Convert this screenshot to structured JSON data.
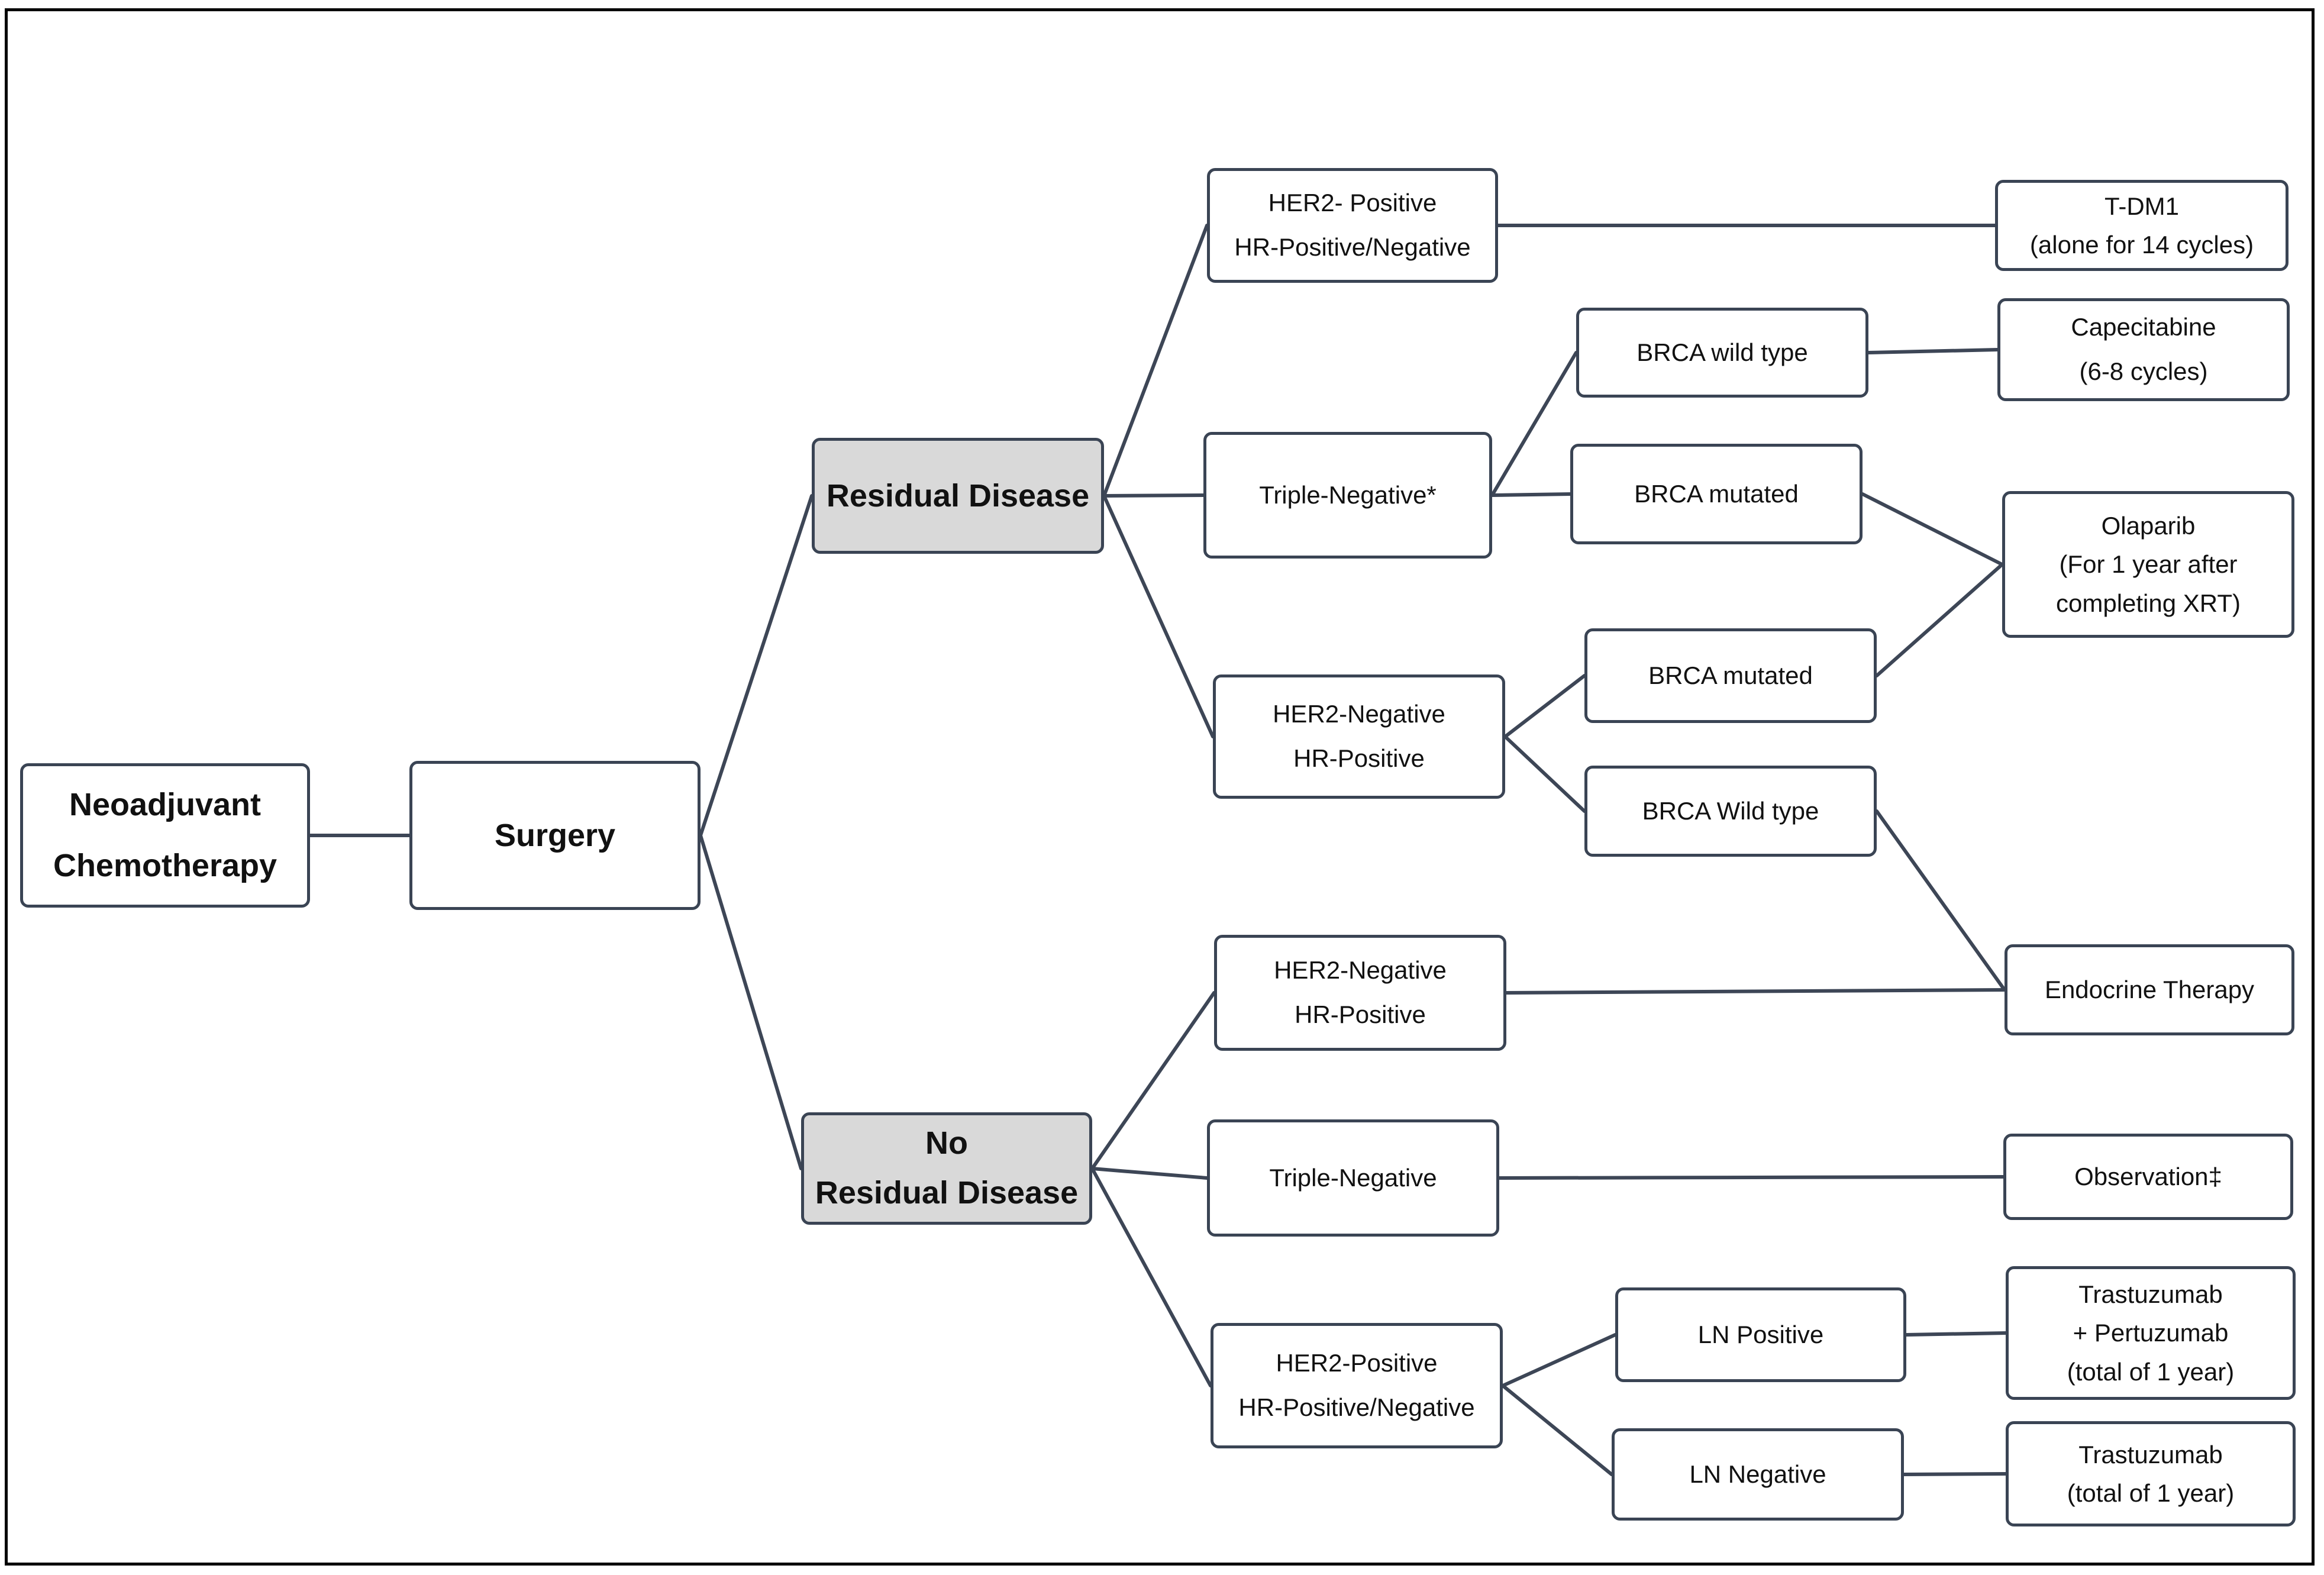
{
  "diagram": {
    "nodes": [
      {
        "id": "neoadjuvant",
        "lines": [
          "Neoadjuvant",
          "Chemotherapy"
        ]
      },
      {
        "id": "surgery",
        "lines": [
          "Surgery"
        ]
      },
      {
        "id": "residual",
        "lines": [
          "Residual Disease"
        ]
      },
      {
        "id": "no-residual",
        "lines": [
          "No",
          "Residual Disease"
        ]
      },
      {
        "id": "rd-her2pos",
        "lines": [
          "HER2- Positive",
          "HR-Positive/Negative"
        ]
      },
      {
        "id": "rd-tn",
        "lines": [
          "Triple-Negative*"
        ]
      },
      {
        "id": "rd-her2neg",
        "lines": [
          "HER2-Negative",
          "HR-Positive"
        ]
      },
      {
        "id": "tn-brca-wt",
        "lines": [
          "BRCA wild type"
        ]
      },
      {
        "id": "tn-brca-mut",
        "lines": [
          "BRCA mutated"
        ]
      },
      {
        "id": "hr-brca-mut",
        "lines": [
          "BRCA mutated"
        ]
      },
      {
        "id": "hr-brca-wt",
        "lines": [
          "BRCA Wild type"
        ]
      },
      {
        "id": "nrd-her2neg",
        "lines": [
          "HER2-Negative",
          "HR-Positive"
        ]
      },
      {
        "id": "nrd-tn",
        "lines": [
          "Triple-Negative"
        ]
      },
      {
        "id": "nrd-her2pos",
        "lines": [
          "HER2-Positive",
          "HR-Positive/Negative"
        ]
      },
      {
        "id": "ln-pos",
        "lines": [
          "LN Positive"
        ]
      },
      {
        "id": "ln-neg",
        "lines": [
          "LN Negative"
        ]
      },
      {
        "id": "tdm1",
        "lines": [
          "T-DM1",
          "(alone for 14 cycles)"
        ]
      },
      {
        "id": "capecitabine",
        "lines": [
          "Capecitabine",
          "(6-8 cycles)"
        ]
      },
      {
        "id": "olaparib",
        "lines": [
          "Olaparib",
          "(For 1 year after",
          "completing XRT)"
        ]
      },
      {
        "id": "endocrine",
        "lines": [
          "Endocrine Therapy"
        ]
      },
      {
        "id": "observation",
        "lines": [
          "Observation‡"
        ]
      },
      {
        "id": "trastu-pertu",
        "lines": [
          "Trastuzumab",
          "+ Pertuzumab",
          "(total of 1 year)"
        ]
      },
      {
        "id": "trastu",
        "lines": [
          "Trastuzumab",
          "(total of 1 year)"
        ]
      }
    ],
    "edges": [
      {
        "from": "neoadjuvant",
        "to": "surgery"
      },
      {
        "from": "surgery",
        "to": "residual"
      },
      {
        "from": "surgery",
        "to": "no-residual"
      },
      {
        "from": "residual",
        "to": "rd-her2pos"
      },
      {
        "from": "residual",
        "to": "rd-tn"
      },
      {
        "from": "residual",
        "to": "rd-her2neg"
      },
      {
        "from": "rd-her2pos",
        "to": "tdm1"
      },
      {
        "from": "rd-tn",
        "to": "tn-brca-wt"
      },
      {
        "from": "rd-tn",
        "to": "tn-brca-mut"
      },
      {
        "from": "tn-brca-wt",
        "to": "capecitabine"
      },
      {
        "from": "tn-brca-mut",
        "to": "olaparib"
      },
      {
        "from": "rd-her2neg",
        "to": "hr-brca-mut"
      },
      {
        "from": "rd-her2neg",
        "to": "hr-brca-wt"
      },
      {
        "from": "hr-brca-mut",
        "to": "olaparib"
      },
      {
        "from": "hr-brca-wt",
        "to": "endocrine"
      },
      {
        "from": "no-residual",
        "to": "nrd-her2neg"
      },
      {
        "from": "no-residual",
        "to": "nrd-tn"
      },
      {
        "from": "no-residual",
        "to": "nrd-her2pos"
      },
      {
        "from": "nrd-her2neg",
        "to": "endocrine"
      },
      {
        "from": "nrd-tn",
        "to": "observation"
      },
      {
        "from": "nrd-her2pos",
        "to": "ln-pos"
      },
      {
        "from": "nrd-her2pos",
        "to": "ln-neg"
      },
      {
        "from": "ln-pos",
        "to": "trastu-pertu"
      },
      {
        "from": "ln-neg",
        "to": "trastu"
      }
    ]
  }
}
